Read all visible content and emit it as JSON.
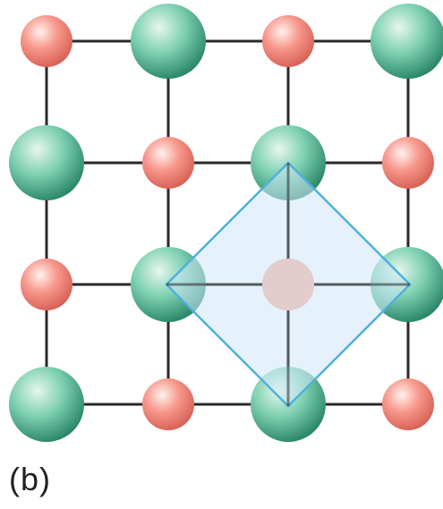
{
  "figure": {
    "panel_label": "(b)",
    "grid": {
      "rows": [
        [
          "small",
          "large",
          "small",
          "large"
        ],
        [
          "large",
          "small",
          "large",
          "small"
        ],
        [
          "small",
          "large",
          "small",
          "large"
        ],
        [
          "large",
          "small",
          "large",
          "small"
        ]
      ],
      "highlighted_atom": {
        "row": 2,
        "col": 2
      }
    },
    "colors": {
      "bond_line": "#2a2a2a",
      "large_atom_light": "#e6f6ef",
      "large_atom_mid": "#5ec4a0",
      "large_atom_dark": "#1f7d5f",
      "small_atom_light": "#fff1ec",
      "small_atom_mid": "#f7968a",
      "small_atom_dark": "#d35a4f",
      "highlight_atom_fill": "#e3cccc",
      "unit_cell_fill": "#cfe8f7",
      "unit_cell_stroke": "#4fb0dc",
      "label_text": "#231f20"
    }
  }
}
